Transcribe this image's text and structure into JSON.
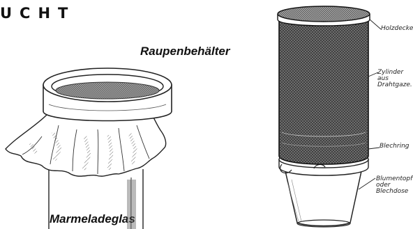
{
  "heading": "UCHT",
  "left_figure": {
    "caption_top": "Raupenbehälter",
    "caption_bottom": "Marmeladeglas"
  },
  "right_figure": {
    "labels": {
      "lid": "Holzdeckel",
      "cylinder": [
        "Zylinder aus",
        "Drahtgaze."
      ],
      "ring": "Blechring",
      "pot": [
        "Blumentopf",
        "oder",
        "Blechdose"
      ]
    }
  }
}
